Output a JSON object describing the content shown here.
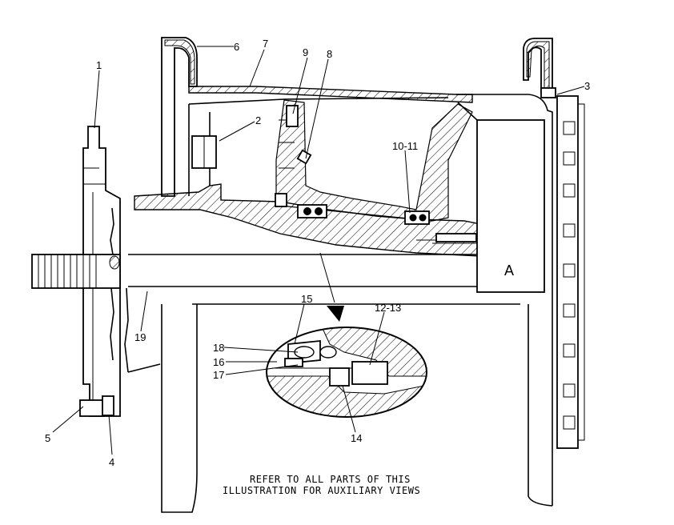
{
  "callouts": {
    "c1": "1",
    "c2": "2",
    "c3": "3",
    "c4": "4",
    "c5": "5",
    "c6": "6",
    "c7": "7",
    "c8": "8",
    "c9": "9",
    "c10_11": "10-11",
    "c12_13": "12-13",
    "c14": "14",
    "c15": "15",
    "c16": "16",
    "c17": "17",
    "c18": "18",
    "c19": "19"
  },
  "view_label": "A",
  "caption": {
    "line1": "REFER TO ALL PARTS OF THIS",
    "line2": "ILLUSTRATION FOR AUXILIARY VIEWS"
  }
}
